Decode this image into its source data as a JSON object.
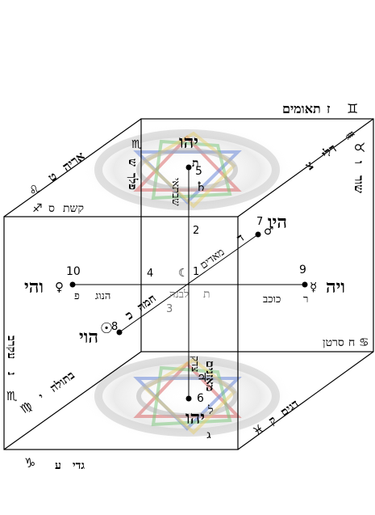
{
  "corners": {
    "top_back_right": {
      "letter": "ז",
      "name": "תאומים",
      "glyph": "♊"
    },
    "right_top": {
      "letter": "ו",
      "name": "שור",
      "glyph": "♉"
    },
    "right_top_back": {
      "letter": "צ",
      "name": "דלי",
      "glyph": "♒"
    },
    "top_left_edge": {
      "letter": "ט",
      "name": "אריה",
      "glyph": "♌"
    },
    "left_top_front": {
      "letter": "ס",
      "name": "קשת",
      "glyph": "♐"
    },
    "top_middle_vertical": {
      "letter": "נ",
      "name": "עקרב",
      "glyph": "♏"
    },
    "left_vertical": {
      "letter": "נ",
      "name": "עקרב",
      "glyph": "♏"
    },
    "left_lower_edge": {
      "letter": "י",
      "name": "בתולה",
      "glyph": "♍"
    },
    "bottom_front": {
      "letter": "ע",
      "name": "גדי",
      "glyph": "♑"
    },
    "right_lower_edge": {
      "letter": "ק",
      "name": "דגים",
      "glyph": "♓"
    },
    "right_back": {
      "letter": "ח",
      "name": "סרטן",
      "glyph": "♋"
    }
  },
  "top_face": {
    "name": "יהו",
    "planet_letter": "ת",
    "number": "5",
    "glyph": "♄",
    "labels": [
      "שבתאי",
      "ש"
    ]
  },
  "top_left_vertical": {
    "labels": [
      "פלך",
      "ש"
    ]
  },
  "bottom_face": {
    "name": "יהו",
    "number": "6",
    "glyph": "♃",
    "planet_letter": "ג",
    "labels": [
      "צדק",
      "מאזנים",
      "ל"
    ]
  },
  "center": {
    "number": "1",
    "num2": "2",
    "num3": "3",
    "num4": "4",
    "moon_letter": "ת",
    "moon_name": "לבנה",
    "glyph": "☾"
  },
  "left_face": {
    "name": "והי",
    "number": "10",
    "glyph": "♀",
    "planet_letter": "פ",
    "planet_name": "הנוג"
  },
  "right_face": {
    "name": "ויה",
    "number": "9",
    "glyph": "☿",
    "planet_letter": "ר",
    "planet_name": "כוכב"
  },
  "mars": {
    "name": "היו",
    "number": "7",
    "glyph": "♂",
    "planet_letter": "ד",
    "planet_name": "מאדים"
  },
  "sun": {
    "name": "הוי",
    "number": "8",
    "glyph": "☉",
    "planet_letter": "כ",
    "planet_name": "חמה"
  }
}
